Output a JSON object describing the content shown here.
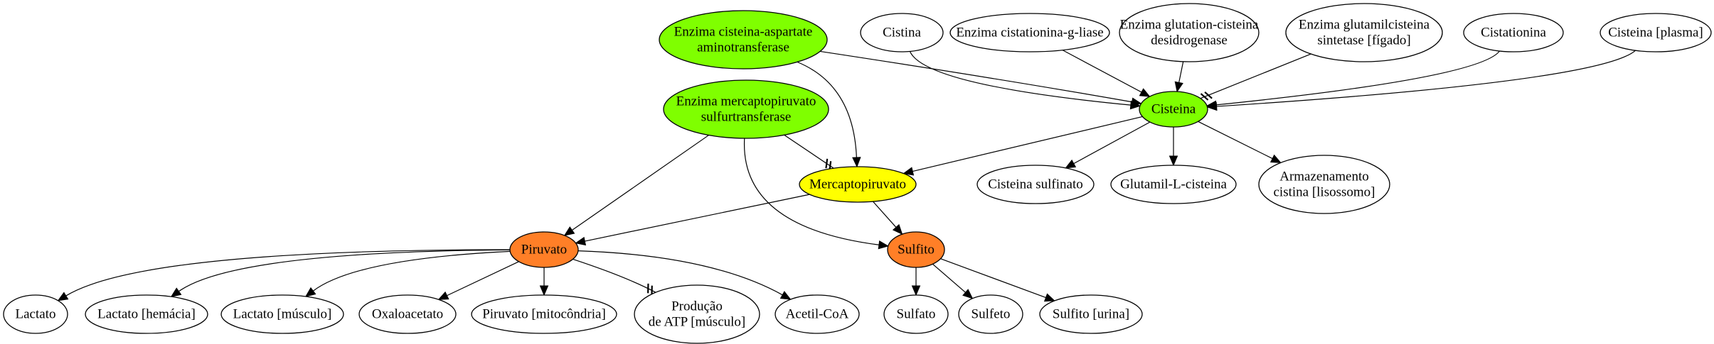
{
  "colors": {
    "green": "#7FFF00",
    "yellow": "#FFFF00",
    "orange": "#FF7F27",
    "white": "#FFFFFF",
    "stroke": "#000000"
  },
  "nodes": {
    "enz_cat": {
      "lines": [
        "Enzima cisteina-aspartate",
        "aminotransferase"
      ],
      "fill": "green"
    },
    "cistina": {
      "lines": [
        "Cistina"
      ],
      "fill": "white"
    },
    "enz_cgl": {
      "lines": [
        "Enzima cistationina-g-liase"
      ],
      "fill": "white"
    },
    "enz_gcd": {
      "lines": [
        "Enzima glutation-cisteina",
        "desidrogenase"
      ],
      "fill": "white"
    },
    "enz_gcs": {
      "lines": [
        "Enzima glutamilcisteina",
        "sintetase [fígado]"
      ],
      "fill": "white"
    },
    "cistationina": {
      "lines": [
        "Cistationina"
      ],
      "fill": "white"
    },
    "cist_plasma": {
      "lines": [
        "Cisteina [plasma]"
      ],
      "fill": "white"
    },
    "enz_mps": {
      "lines": [
        "Enzima mercaptopiruvato",
        "sulfurtransferase"
      ],
      "fill": "green"
    },
    "cisteina": {
      "lines": [
        "Cisteina"
      ],
      "fill": "green"
    },
    "mercapto": {
      "lines": [
        "Mercaptopiruvato"
      ],
      "fill": "yellow"
    },
    "cist_sulfinato": {
      "lines": [
        "Cisteina sulfinato"
      ],
      "fill": "white"
    },
    "glutamil": {
      "lines": [
        "Glutamil-L-cisteina"
      ],
      "fill": "white"
    },
    "armazen": {
      "lines": [
        "Armazenamento",
        "cistina [lisossomo]"
      ],
      "fill": "white"
    },
    "piruvato": {
      "lines": [
        "Piruvato"
      ],
      "fill": "orange"
    },
    "sulfito": {
      "lines": [
        "Sulfito"
      ],
      "fill": "orange"
    },
    "lactato": {
      "lines": [
        "Lactato"
      ],
      "fill": "white"
    },
    "lact_hem": {
      "lines": [
        "Lactato [hemácia]"
      ],
      "fill": "white"
    },
    "lact_musc": {
      "lines": [
        "Lactato [músculo]"
      ],
      "fill": "white"
    },
    "oxalo": {
      "lines": [
        "Oxaloacetato"
      ],
      "fill": "white"
    },
    "pir_mito": {
      "lines": [
        "Piruvato [mitocôndria]"
      ],
      "fill": "white"
    },
    "prod_atp": {
      "lines": [
        "Produção",
        "de ATP [músculo]"
      ],
      "fill": "white"
    },
    "acetil": {
      "lines": [
        "Acetil-CoA"
      ],
      "fill": "white"
    },
    "sulfato": {
      "lines": [
        "Sulfato"
      ],
      "fill": "white"
    },
    "sulfeto": {
      "lines": [
        "Sulfeto"
      ],
      "fill": "white"
    },
    "sulfito_urina": {
      "lines": [
        "Sulfito [urina]"
      ],
      "fill": "white"
    }
  },
  "edges": [
    {
      "from": "enz_cat",
      "to": "cisteina",
      "type": "arrow"
    },
    {
      "from": "enz_cat",
      "to": "mercapto",
      "type": "arrow"
    },
    {
      "from": "cistina",
      "to": "cisteina",
      "type": "arrow"
    },
    {
      "from": "enz_cgl",
      "to": "cisteina",
      "type": "arrow"
    },
    {
      "from": "enz_gcd",
      "to": "cisteina",
      "type": "arrow"
    },
    {
      "from": "enz_gcs",
      "to": "cisteina",
      "type": "inhibit"
    },
    {
      "from": "cistationina",
      "to": "cisteina",
      "type": "arrow"
    },
    {
      "from": "cist_plasma",
      "to": "cisteina",
      "type": "arrow"
    },
    {
      "from": "enz_mps",
      "to": "mercapto",
      "type": "inhibit"
    },
    {
      "from": "enz_mps",
      "to": "piruvato",
      "type": "arrow"
    },
    {
      "from": "enz_mps",
      "to": "sulfito",
      "type": "arrow"
    },
    {
      "from": "cisteina",
      "to": "mercapto",
      "type": "arrow"
    },
    {
      "from": "cisteina",
      "to": "cist_sulfinato",
      "type": "arrow"
    },
    {
      "from": "cisteina",
      "to": "glutamil",
      "type": "arrow"
    },
    {
      "from": "cisteina",
      "to": "armazen",
      "type": "arrow"
    },
    {
      "from": "mercapto",
      "to": "piruvato",
      "type": "arrow"
    },
    {
      "from": "mercapto",
      "to": "sulfito",
      "type": "arrow"
    },
    {
      "from": "piruvato",
      "to": "lactato",
      "type": "arrow"
    },
    {
      "from": "piruvato",
      "to": "lact_hem",
      "type": "arrow"
    },
    {
      "from": "piruvato",
      "to": "lact_musc",
      "type": "arrow"
    },
    {
      "from": "piruvato",
      "to": "oxalo",
      "type": "arrow"
    },
    {
      "from": "piruvato",
      "to": "pir_mito",
      "type": "arrow"
    },
    {
      "from": "piruvato",
      "to": "prod_atp",
      "type": "inhibit"
    },
    {
      "from": "piruvato",
      "to": "acetil",
      "type": "arrow"
    },
    {
      "from": "sulfito",
      "to": "sulfato",
      "type": "arrow"
    },
    {
      "from": "sulfito",
      "to": "sulfeto",
      "type": "arrow"
    },
    {
      "from": "sulfito",
      "to": "sulfito_urina",
      "type": "arrow"
    }
  ]
}
